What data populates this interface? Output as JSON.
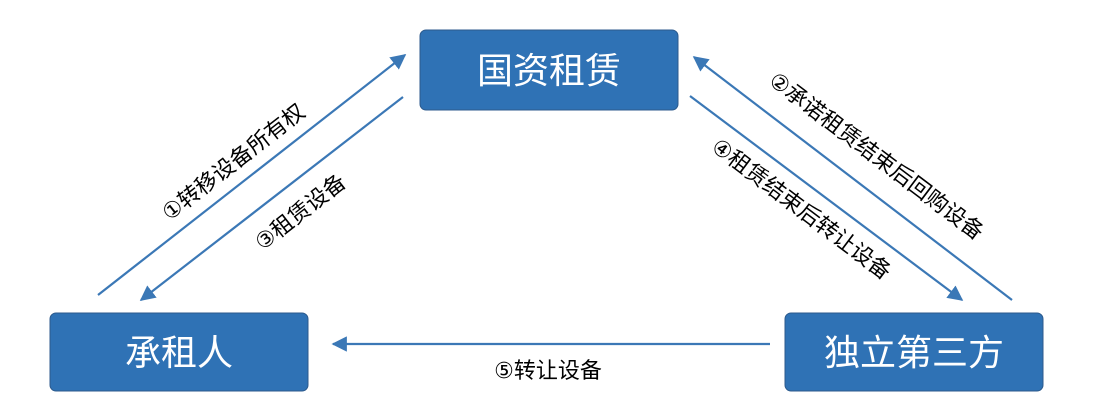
{
  "colors": {
    "box_fill": "#2f72b5",
    "arrow": "#3b78b6",
    "text_on_box": "#ffffff",
    "label_text": "#000000"
  },
  "nodes": {
    "lessor": {
      "label": "国资租赁"
    },
    "lessee": {
      "label": "承租人"
    },
    "third_party": {
      "label": "独立第三方"
    }
  },
  "edges": {
    "e1": {
      "label": "①转移设备所有权",
      "from": "lessee",
      "to": "lessor"
    },
    "e2": {
      "label": "②承诺租赁结束后回购设备",
      "from": "third_party",
      "to": "lessor"
    },
    "e3": {
      "label": "③租赁设备",
      "from": "lessor",
      "to": "lessee"
    },
    "e4": {
      "label": "④租赁结束后转让设备",
      "from": "lessor",
      "to": "third_party"
    },
    "e5": {
      "label": "⑤转让设备",
      "from": "third_party",
      "to": "lessee"
    }
  }
}
